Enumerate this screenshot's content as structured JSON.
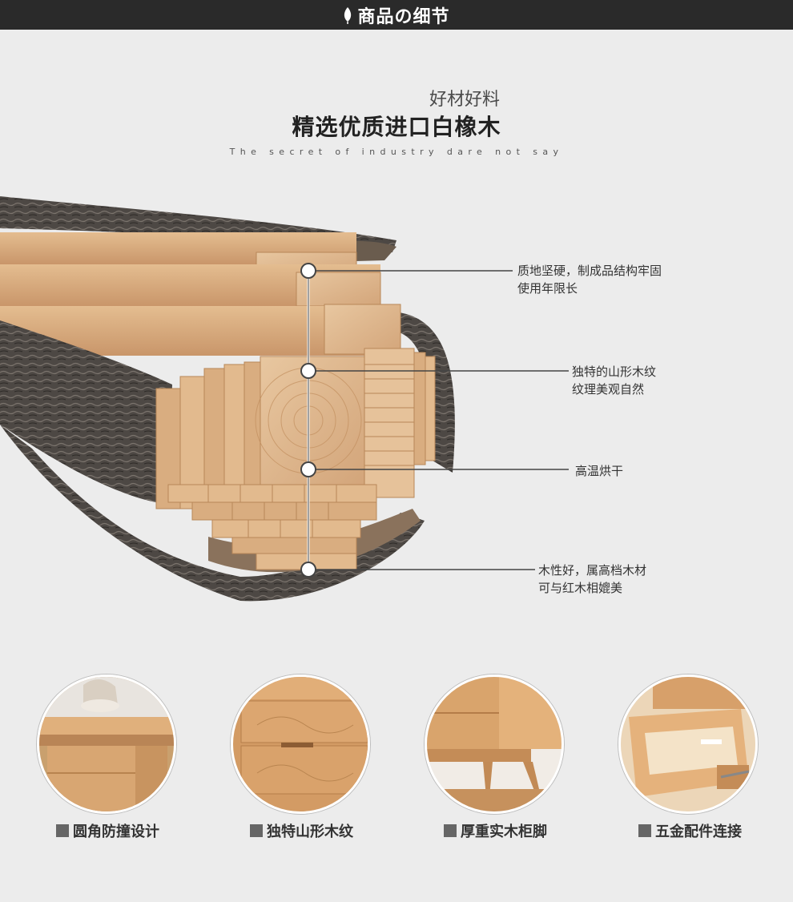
{
  "header": {
    "title": "商品の细节",
    "icon": "leaf-icon"
  },
  "intro": {
    "subtitle": "好材好料",
    "headline": "精选优质进口白橡木",
    "tagline": "The secret of industry dare not say"
  },
  "callouts": [
    {
      "line1": "质地坚硬，制成品结构牢固",
      "line2": "使用年限长"
    },
    {
      "line1": "独特的山形木纹",
      "line2": "纹理美观自然"
    },
    {
      "line1": "高温烘干",
      "line2": ""
    },
    {
      "line1": "木性好，属高档木材",
      "line2": "可与红木相媲美"
    }
  ],
  "features": [
    {
      "label": "圆角防撞设计"
    },
    {
      "label": "独特山形木纹"
    },
    {
      "label": "厚重实木柜脚"
    },
    {
      "label": "五金配件连接"
    }
  ],
  "colors": {
    "header_bg": "#2a2a2a",
    "page_bg": "#ececec",
    "wood": "#d8a978",
    "bark": "#4a4642"
  }
}
